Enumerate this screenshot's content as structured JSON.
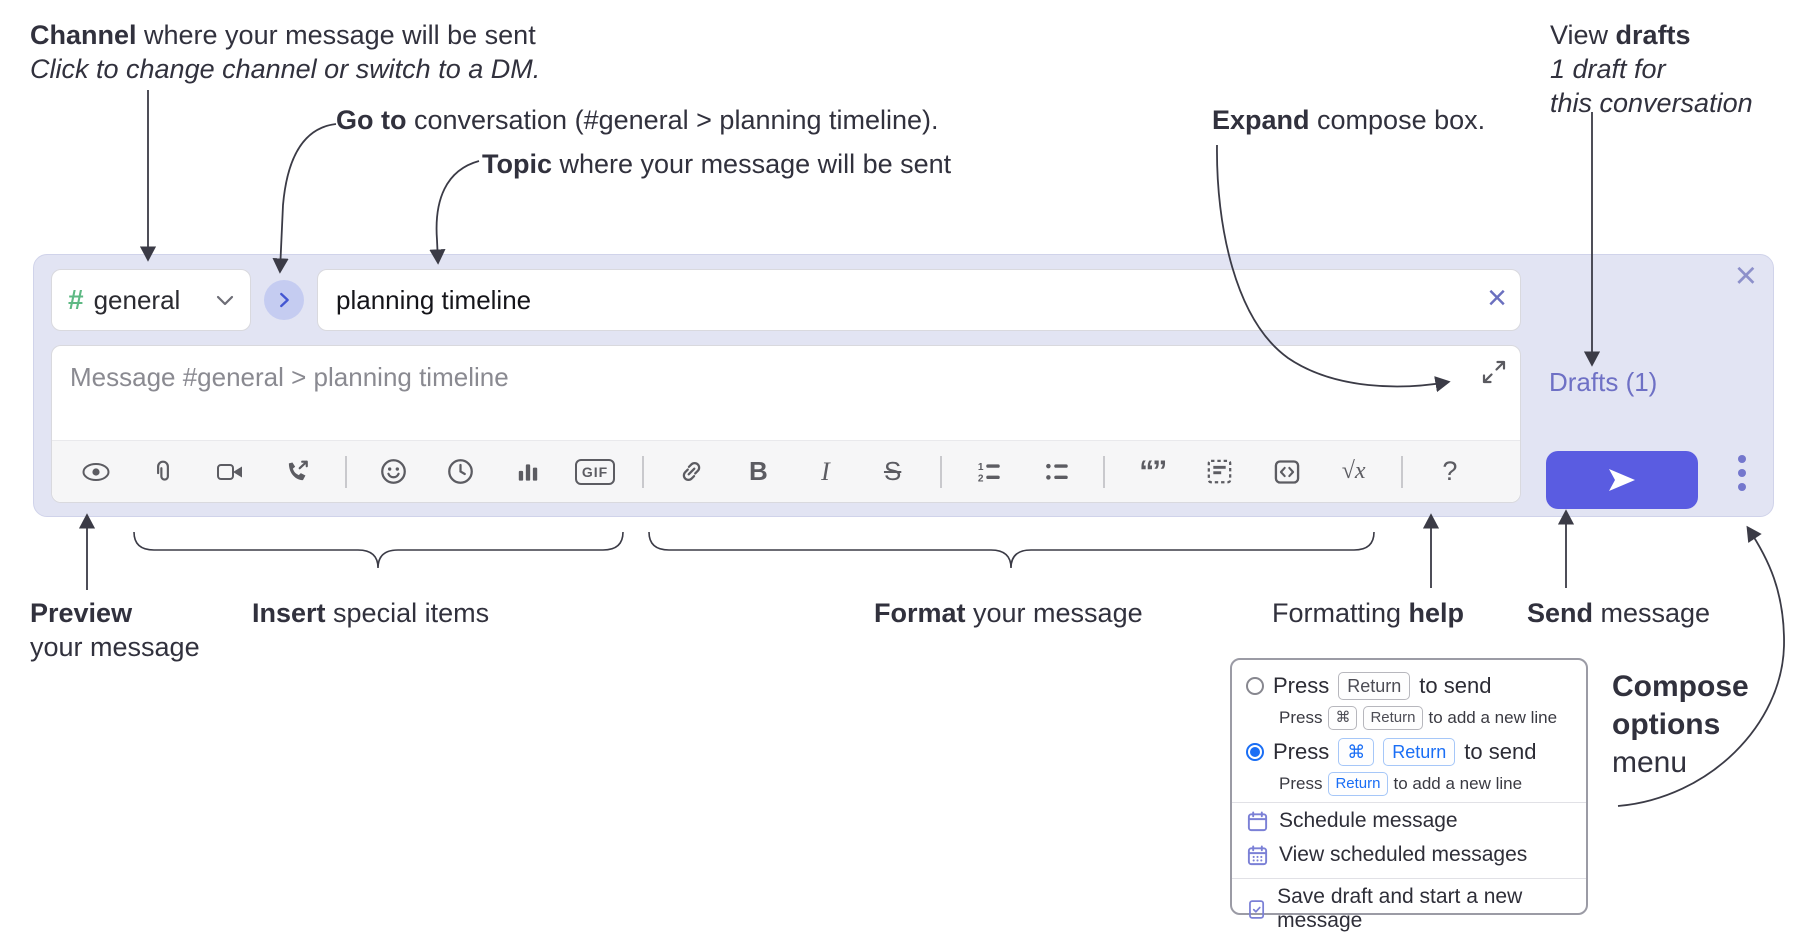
{
  "annotations": {
    "channel": {
      "bold": "Channel",
      "rest": " where your message will be sent",
      "line2": "Click to change channel or switch to a DM."
    },
    "goto": {
      "bold": "Go to",
      "rest": " conversation (#general > planning timeline)."
    },
    "topic": {
      "bold": "Topic",
      "rest": " where your message will be sent"
    },
    "expand": {
      "bold": "Expand",
      "rest": " compose box."
    },
    "drafts": {
      "pre": "View ",
      "bold": "drafts",
      "line2": "1 draft for",
      "line3": "this conversation"
    },
    "preview": {
      "bold": "Preview",
      "line2": "your message"
    },
    "insert": {
      "bold": "Insert",
      "rest": " special items"
    },
    "format": {
      "bold": "Format",
      "rest": " your message"
    },
    "help": {
      "pre": "Formatting ",
      "bold": "help"
    },
    "send": {
      "bold": "Send",
      "rest": " message"
    },
    "compose_options": {
      "line1": "Compose",
      "line2": "options",
      "line3": "menu"
    }
  },
  "composer": {
    "channel_button": {
      "hash": "#",
      "label": "general"
    },
    "topic_value": "planning timeline",
    "message_placeholder": "Message #general > planning timeline",
    "drafts_link": "Drafts (1)",
    "toolbar": {
      "gif": "GIF",
      "bold": "B",
      "italic": "I",
      "strike": "S",
      "quote": "“”",
      "formula": "√x",
      "help": "?",
      "icon_names": [
        "preview",
        "attach-file",
        "video-clip",
        "audio-clip",
        "emoji",
        "recent",
        "poll",
        "gif",
        "link",
        "bold",
        "italic",
        "strikethrough",
        "ordered-list",
        "bulleted-list",
        "blockquote",
        "code-block",
        "code",
        "formula",
        "formatting-help"
      ]
    }
  },
  "menu": {
    "opt1_pre": "Press",
    "opt1_key": "Return",
    "opt1_post": "to send",
    "opt1_sub_pre": "Press",
    "opt1_sub_key1": "⌘",
    "opt1_sub_key2": "Return",
    "opt1_sub_post": "to add a new line",
    "opt2_pre": "Press",
    "opt2_key1": "⌘",
    "opt2_key2": "Return",
    "opt2_post": "to send",
    "opt2_sub_pre": "Press",
    "opt2_sub_key": "Return",
    "opt2_sub_post": "to add a new line",
    "item1": "Schedule message",
    "item2": "View scheduled messages",
    "item3": "Save draft and start a new message"
  },
  "colors": {
    "composer_bg": "#e2e4f3",
    "send_button": "#5a5ce1",
    "drafts_link": "#6e70c5",
    "hash_green": "#5eb984",
    "circle_chevron": "#4356d2",
    "icon_gray": "#5c5c62",
    "radio_selected": "#1a6ef5",
    "menu_icon_purple": "#7b80d6"
  }
}
